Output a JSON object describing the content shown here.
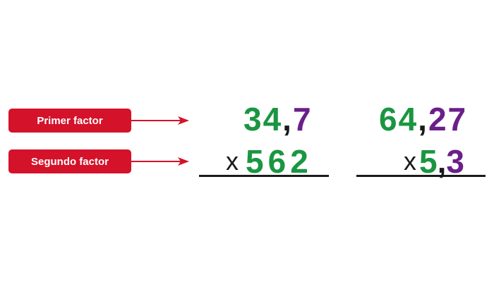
{
  "labels": {
    "first": "Primer factor",
    "second": "Segundo factor"
  },
  "problem1": {
    "top_int": "34",
    "top_comma": ",",
    "top_dec": "7",
    "sign": "x",
    "bottom_d1": "5",
    "bottom_d2": "6",
    "bottom_d3": "2"
  },
  "problem2": {
    "top_int": "64",
    "top_comma": ",",
    "top_dec": "27",
    "sign": "x",
    "bottom_int": "5",
    "bottom_comma": ",",
    "bottom_dec": "3"
  },
  "colors": {
    "label_bg": "#d4122a",
    "arrow": "#d4122a",
    "integer_digits": "#1a9641",
    "decimal_digits": "#6a1f8a",
    "text_dark": "#1a1a1a"
  },
  "icons": {
    "arrow": "arrow-right-icon"
  }
}
